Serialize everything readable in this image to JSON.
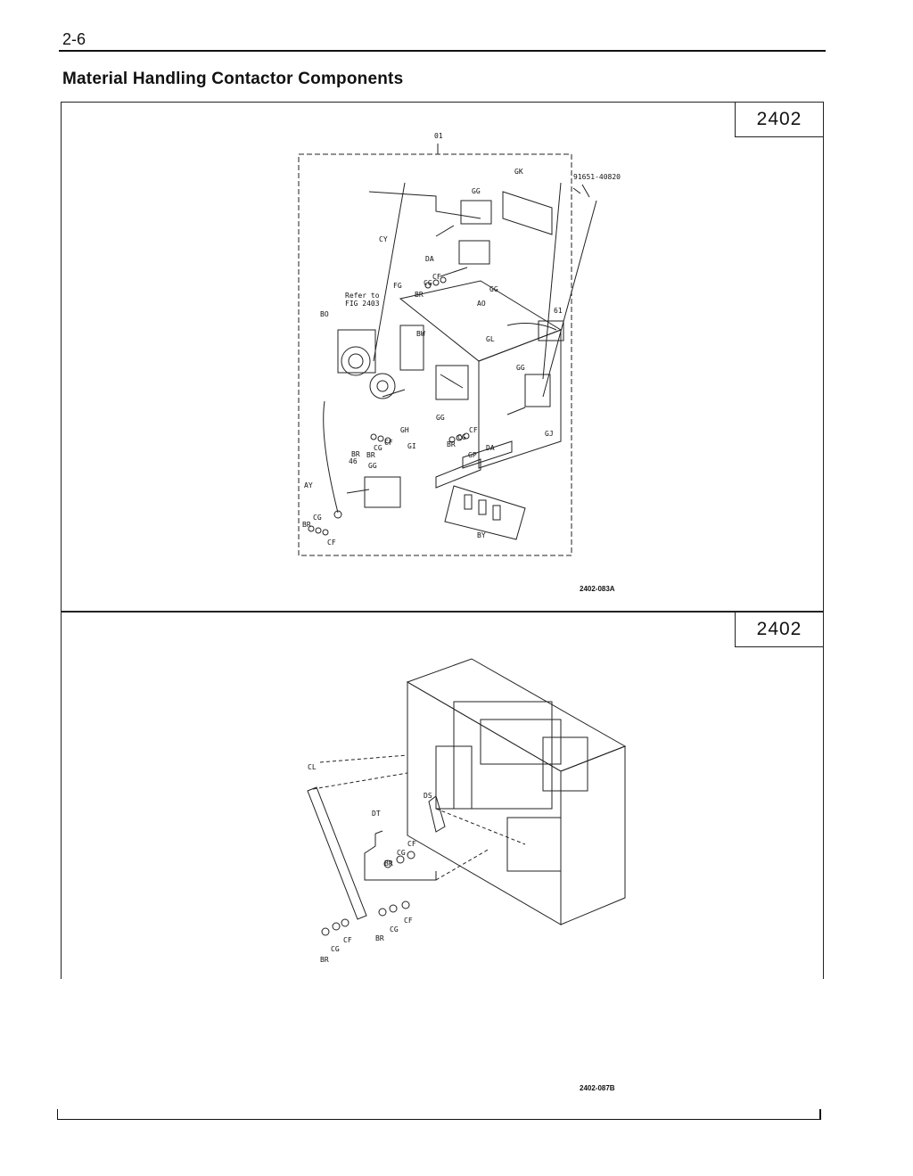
{
  "page": {
    "number": "2-6",
    "title": "Material Handling Contactor Components"
  },
  "figure_top": {
    "figure_number": "2402",
    "drawing_code": "2402-083A",
    "part_labels": {
      "assembly": "01",
      "bolt_number": "91651-40820",
      "gk": "GK",
      "gg1": "GG",
      "cy": "CY",
      "da1": "DA",
      "gg2": "GG",
      "fg": "FG",
      "br1": "BR",
      "cg1": "CG",
      "cf1": "CF",
      "refer_line1": "Refer to",
      "refer_line2": "FIG 2403",
      "ao": "AO",
      "bo": "BO",
      "bw": "BW",
      "n61": "61",
      "gl": "GL",
      "gg3": "GG",
      "gh": "GH",
      "gg4": "GG",
      "cf2": "CF",
      "cg2": "CG",
      "br2": "BR",
      "gj": "GJ",
      "cf3": "CF",
      "cg3": "CG",
      "gi": "GI",
      "br3": "BR",
      "da2": "DA",
      "n46": "46",
      "br4": "BR",
      "gg5": "GG",
      "gp": "GP",
      "ay": "AY",
      "cg4": "CG",
      "br5": "BR",
      "cf4": "CF",
      "by": "BY"
    }
  },
  "figure_bottom": {
    "figure_number": "2402",
    "drawing_code": "2402-087B",
    "part_labels": {
      "cl": "CL",
      "ds": "DS",
      "dt": "DT",
      "cf1": "CF",
      "cg1": "CG",
      "br1": "BR",
      "cf2": "CF",
      "cg2": "CG",
      "br2": "BR",
      "cf3": "CF",
      "cg3": "CG",
      "br3": "BR"
    }
  }
}
